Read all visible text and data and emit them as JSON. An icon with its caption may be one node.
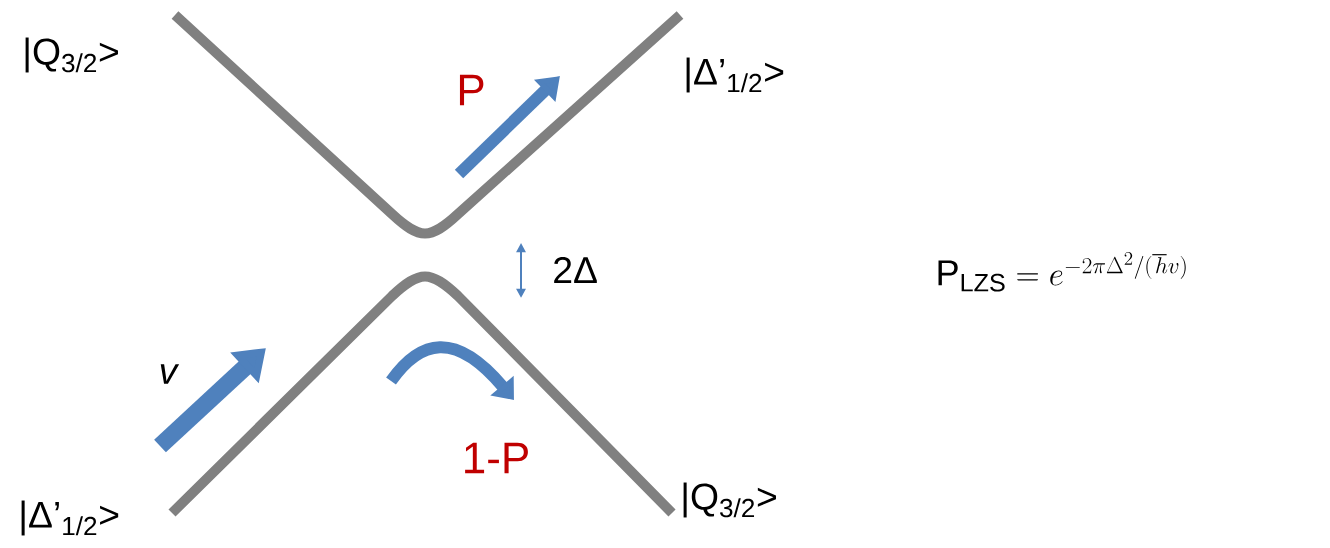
{
  "diagram": {
    "labels": [
      "|Q$_{3/2}$>",
      "|Δ’$_{1/2}$>",
      "P",
      "2Δ",
      "\\mathrm{P}_{\\mathrm{LZS}} = e^{-2\\pi\\Delta^2/(\\hbar v)}",
      "v",
      "1-P",
      "|Δ’$_{1/2}$>",
      "|Q$_{3/2}$>"
    ]
  }
}
